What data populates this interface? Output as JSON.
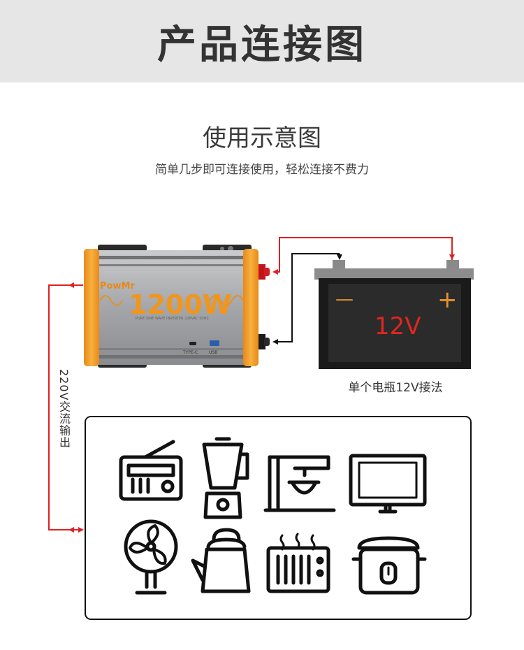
{
  "header": {
    "title": "产品连接图"
  },
  "intro": {
    "title": "使用示意图",
    "description": "简单几步即可连接使用，轻松连接不费力"
  },
  "inverter": {
    "brand": "PowMr",
    "power_label": "1200W",
    "subtext": "PURE SINE WAVE INVERTER 220VAC 50HZ",
    "port_typec_label": "TYPE-C",
    "port_usb_label": "USB"
  },
  "battery": {
    "voltage_label": "12V",
    "negative_symbol": "—",
    "positive_symbol": "+",
    "caption": "单个电瓶12V接法"
  },
  "ac_output": {
    "label": "220V交流输出"
  },
  "appliances": [
    {
      "icon": "radio-icon"
    },
    {
      "icon": "blender-icon"
    },
    {
      "icon": "stand-mixer-icon"
    },
    {
      "icon": "tv-monitor-icon"
    },
    {
      "icon": "electric-fan-icon"
    },
    {
      "icon": "kettle-icon"
    },
    {
      "icon": "heater-icon"
    },
    {
      "icon": "rice-cooker-icon"
    }
  ],
  "colors": {
    "positive_wire": "#e02020",
    "negative_wire": "#111111",
    "inverter_orange": "#f2a127",
    "inverter_body": "#a9abad",
    "battery_label": "#e0261f",
    "battery_symbols": "#e8912c"
  }
}
